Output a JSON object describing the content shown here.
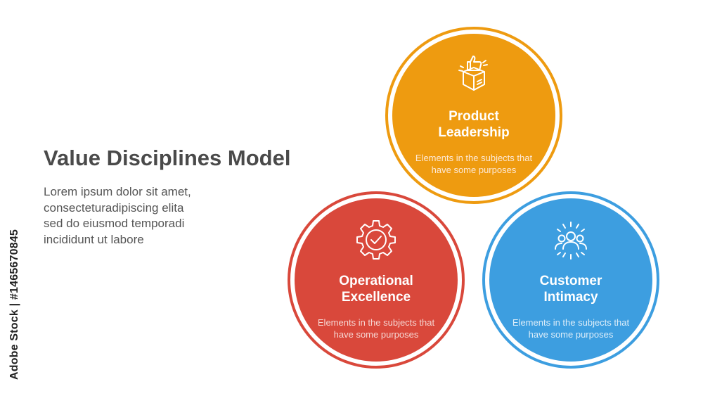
{
  "watermark": "Adobe Stock | #1465670845",
  "left_panel": {
    "title": "Value Disciplines Model",
    "description_lines": [
      "Lorem ipsum dolor sit amet,",
      "consecteturadipiscing elita",
      "sed do eiusmod temporadi",
      "incididunt ut labore"
    ]
  },
  "circles": [
    {
      "icon": "box-thumbs-up-icon",
      "color": "#ee9b10",
      "heading_lines": [
        "Product",
        "Leadership"
      ],
      "body_lines": [
        "Elements in the subjects that",
        "have  some purposes"
      ]
    },
    {
      "icon": "gear-check-icon",
      "color": "#d9483b",
      "heading_lines": [
        "Operational",
        "Excellence"
      ],
      "body_lines": [
        "Elements in the subjects that",
        "have  some purposes"
      ]
    },
    {
      "icon": "people-group-icon",
      "color": "#3d9ee0",
      "heading_lines": [
        "Customer",
        "Intimacy"
      ],
      "body_lines": [
        "Elements in the subjects that",
        "have  some purposes"
      ]
    }
  ]
}
